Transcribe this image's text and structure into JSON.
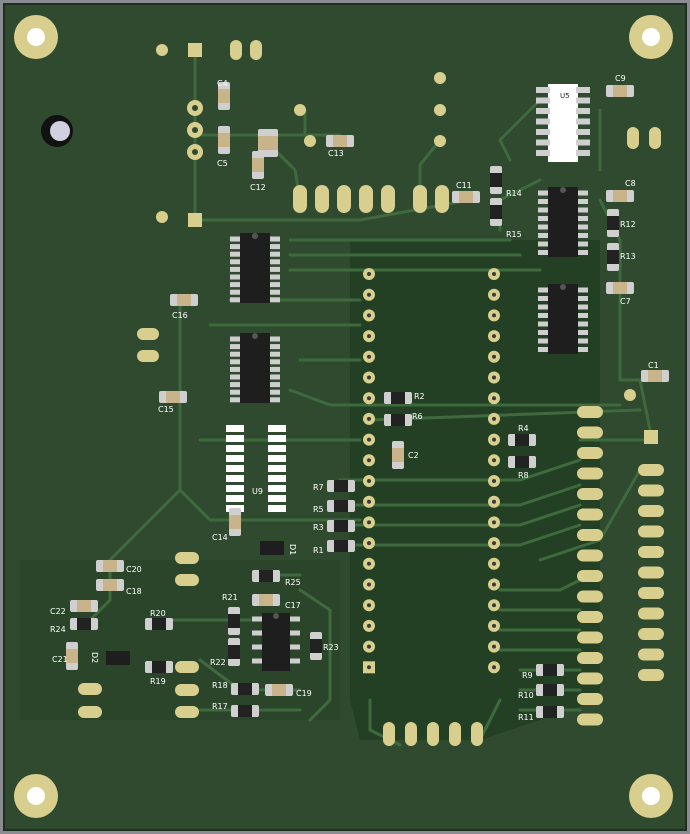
{
  "colors": {
    "board": "#2f4a2f",
    "board_dark": "#244024",
    "trace": "#2c5a2c",
    "pad": "#d8cf8e",
    "ic_body": "#1e1e1e",
    "ic_pin": "#cfcfcf",
    "smd_body": "#222222",
    "cap_body": "#c9b38a"
  },
  "chips": {
    "U5": "U5",
    "U9": "U9",
    "D1": "D1",
    "D2": "D2"
  },
  "labels": {
    "C1": "C1",
    "C2": "C2",
    "C4": "C4",
    "C5": "C5",
    "C7": "C7",
    "C8": "C8",
    "C9": "C9",
    "C11": "C11",
    "C12": "C12",
    "C13": "C13",
    "C14": "C14",
    "C15": "C15",
    "C16": "C16",
    "C17": "C17",
    "C18": "C18",
    "C19": "C19",
    "C20": "C20",
    "C21": "C21",
    "C22": "C22",
    "R1": "R1",
    "R2": "R2",
    "R3": "R3",
    "R4": "R4",
    "R5": "R5",
    "R6": "R6",
    "R7": "R7",
    "R8": "R8",
    "R9": "R9",
    "R10": "R10",
    "R11": "R11",
    "R12": "R12",
    "R13": "R13",
    "R14": "R14",
    "R15": "R15",
    "R17": "R17",
    "R18": "R18",
    "R19": "R19",
    "R20": "R20",
    "R21": "R21",
    "R22": "R22",
    "R23": "R23",
    "R24": "R24",
    "R25": "R25"
  }
}
